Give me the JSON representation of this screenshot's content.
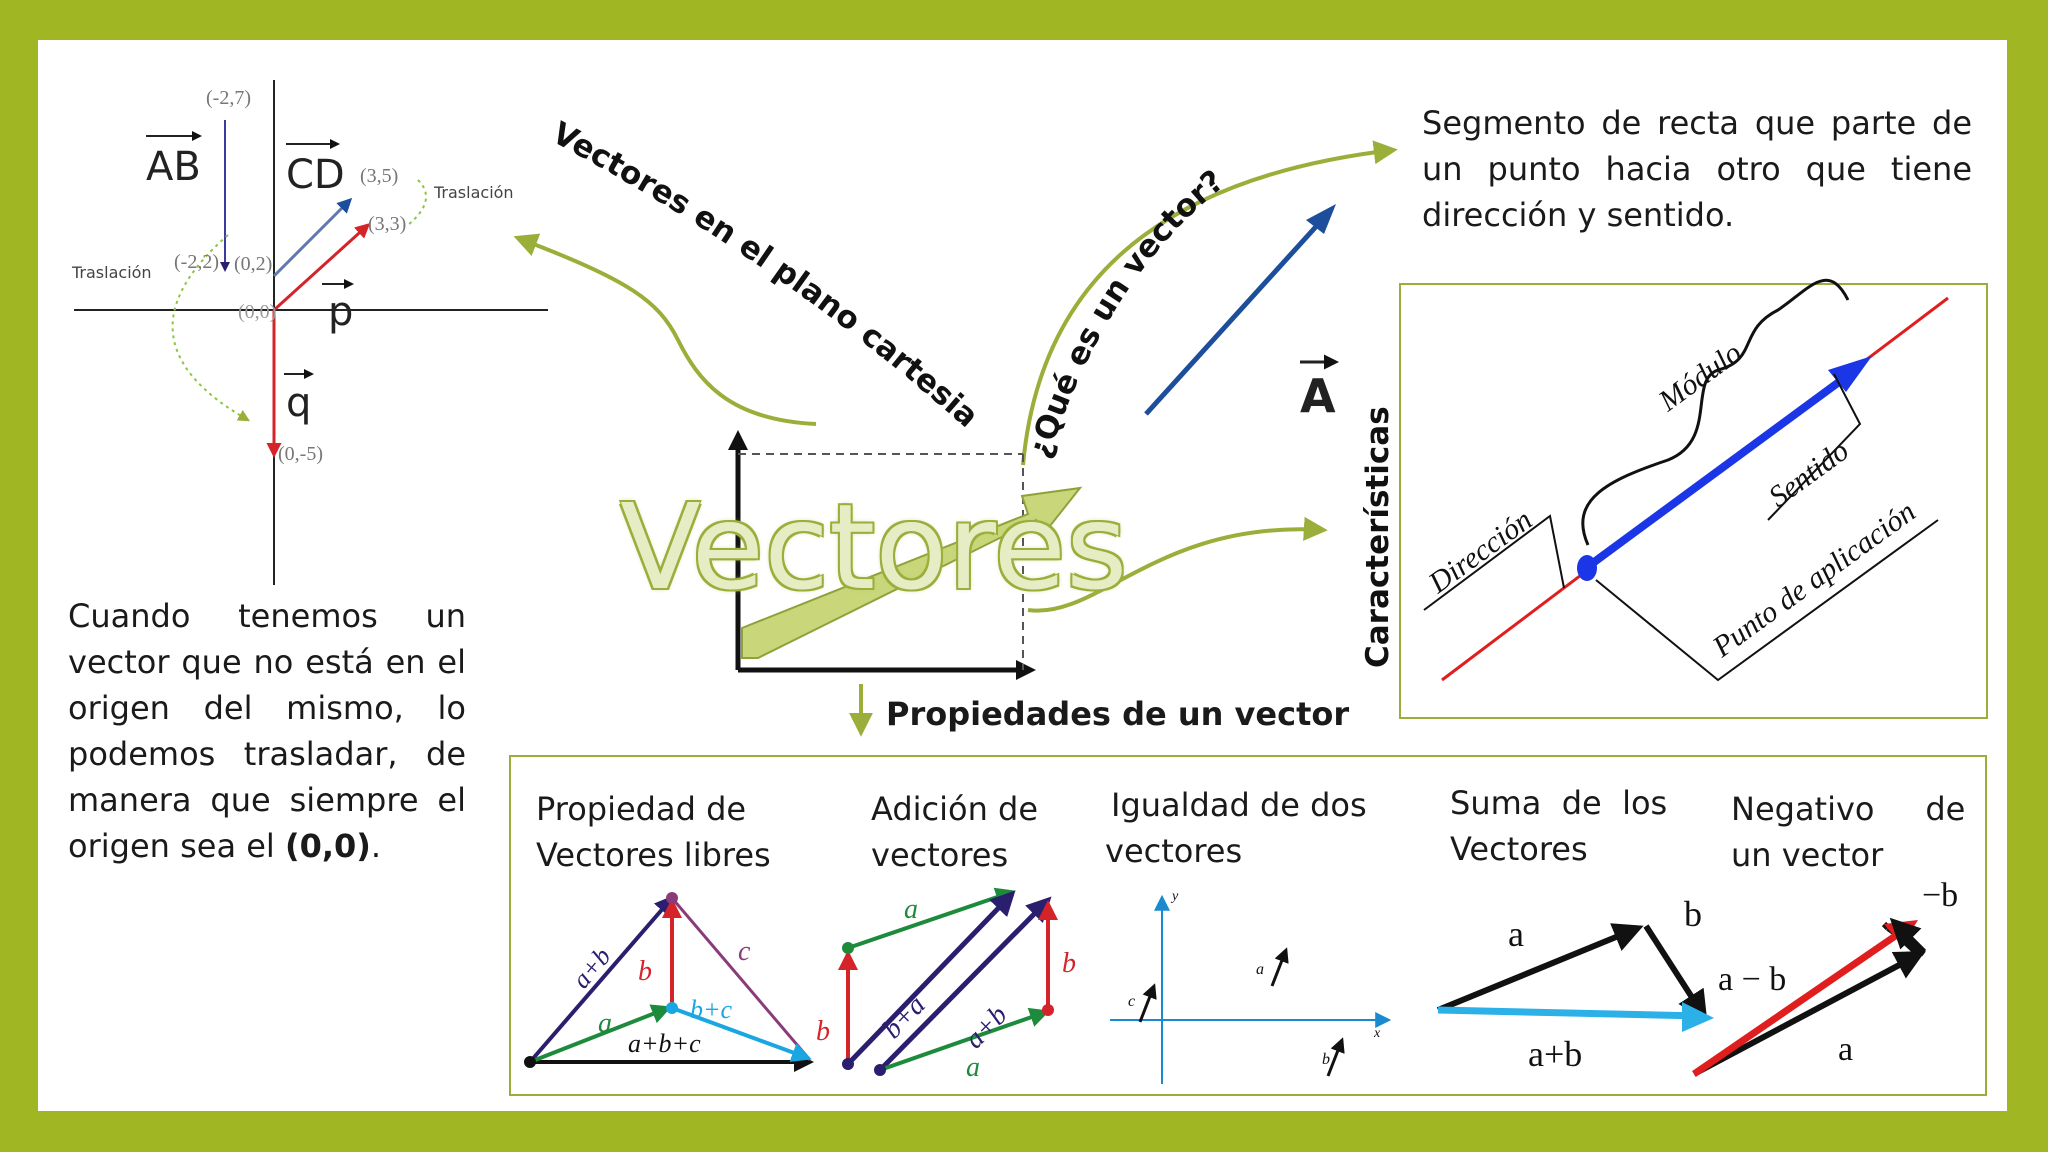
{
  "colors": {
    "frame": "#a1b623",
    "accent": "#9aae3a",
    "vector_blue": "#1c4e9b",
    "red": "#e01e1e",
    "blue": "#1a36e6"
  },
  "title": "Vectores",
  "curved_labels": {
    "plano": "Vectores en el plano cartesiano",
    "que_es": "¿Qué es  un  vector?"
  },
  "definition": "Segmento de recta que parte de un punto hacia otro que tiene dirección y sentido.",
  "vector_A_label": "A",
  "caracteristicas": {
    "heading": "Características",
    "labels": {
      "modulo": "Módulo",
      "sentido": "Sentido",
      "direccion": "Dirección",
      "punto": "Punto de aplicación"
    }
  },
  "cartesian": {
    "translation_left": "Traslación",
    "translation_right": "Traslación",
    "vec_ab": "AB",
    "vec_cd": "CD",
    "vec_p": "p",
    "vec_q": "q",
    "pt_m27": "(-2,7)",
    "pt_m22": "(-2,2)",
    "pt_02": "(0,2)",
    "pt_00": "(0,0)",
    "pt_35": "(3,5)",
    "pt_33": "(3,3)",
    "pt_0m5": "(0,-5)"
  },
  "translation_note": {
    "text": "Cuando tenemos un vector que no está en el origen del mismo, lo podemos trasladar, de manera que siempre el origen sea el ",
    "bold": "(0,0)",
    "end": "."
  },
  "properties_heading": "Propiedades de un vector",
  "properties": [
    {
      "line1": "Propiedad de",
      "line2": "Vectores libres"
    },
    {
      "line1": "Adición de",
      "line2": "vectores"
    },
    {
      "line1": "Igualdad de dos",
      "line2": "vectores"
    },
    {
      "line1": "Suma  de  los",
      "line2": "Vectores"
    },
    {
      "line1": "Negativo     de",
      "line2": "un vector"
    }
  ],
  "diagram_labels": {
    "tri_apb": "a+b",
    "tri_b": "b",
    "tri_c": "c",
    "tri_a": "a",
    "tri_bpc": "b+c",
    "tri_abc": "a+b+c",
    "par_a_top": "a",
    "par_bpa": "b+a",
    "par_apb": "a+b",
    "par_b_right": "b",
    "par_b_left": "b",
    "par_a_bot": "a",
    "eq_y": "y",
    "eq_x": "x",
    "eq_a": "a",
    "eq_c": "c",
    "eq_b": "b",
    "sum_a": "a",
    "sum_b": "b",
    "sum_apb": "a+b",
    "neg_amb": "a − b",
    "neg_mb": "−b",
    "neg_a": "a"
  }
}
